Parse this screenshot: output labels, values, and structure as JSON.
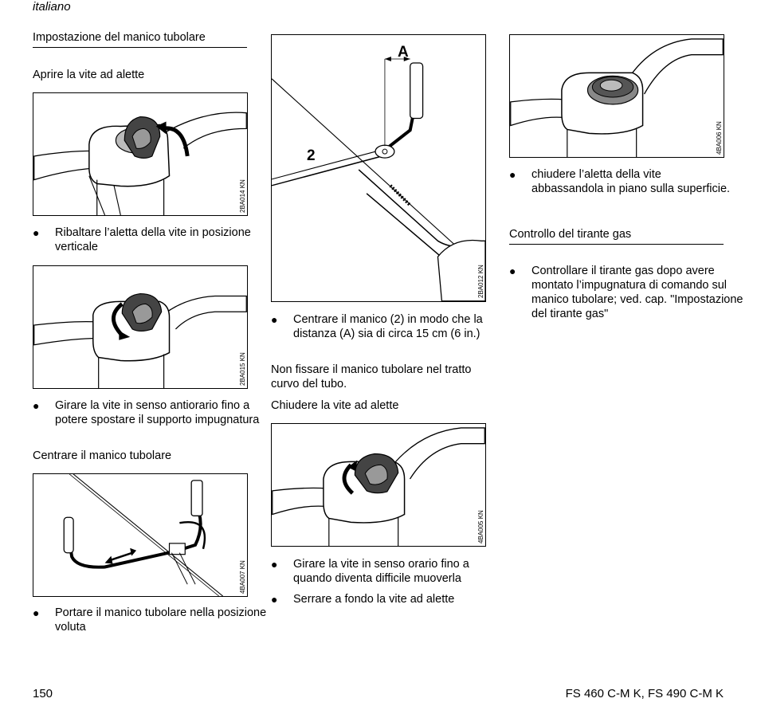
{
  "header": {
    "language": "italiano"
  },
  "col1": {
    "section_title": "Impostazione del manico tubolare",
    "sub1": "Aprire la vite ad alette",
    "fig1_code": "2BA014 KN",
    "bullet1": "Ribaltare l’aletta della vite in posizione verticale",
    "fig2_code": "2BA015 KN",
    "bullet2": "Girare la vite in senso antiorario fino a potere spostare il supporto impugnatura",
    "sub2": "Centrare il manico tubolare",
    "fig3_code": "4BA007 KN",
    "bullet3": "Portare il manico tubolare nella posizione voluta"
  },
  "col2": {
    "fig_label_a": "A",
    "fig_label_2": "2",
    "fig4_code": "2BA012 KN",
    "bullet1": "Centrare il manico (2) in modo che la distanza (A) sia di circa 15 cm (6 in.)",
    "note": "Non fissare il manico tubolare nel tratto curvo del tubo.",
    "sub": "Chiudere la vite ad alette",
    "fig5_code": "4BA005 KN",
    "bullet2": "Girare la vite in senso orario fino a quando diventa difficile muoverla",
    "bullet3": "Serrare a fondo la vite ad alette"
  },
  "col3": {
    "fig6_code": "4BA006 KN",
    "bullet1": "chiudere l’aletta della vite abbassandola in piano sulla superficie.",
    "section_title": "Controllo del tirante gas",
    "bullet2": "Controllare il tirante gas dopo avere montato l’impugnatura di comando sul manico tubolare; ved. cap. \"Impostazione del tirante gas\""
  },
  "footer": {
    "page_number": "150",
    "model": "FS 460 C-M K, FS 490 C-M K"
  }
}
